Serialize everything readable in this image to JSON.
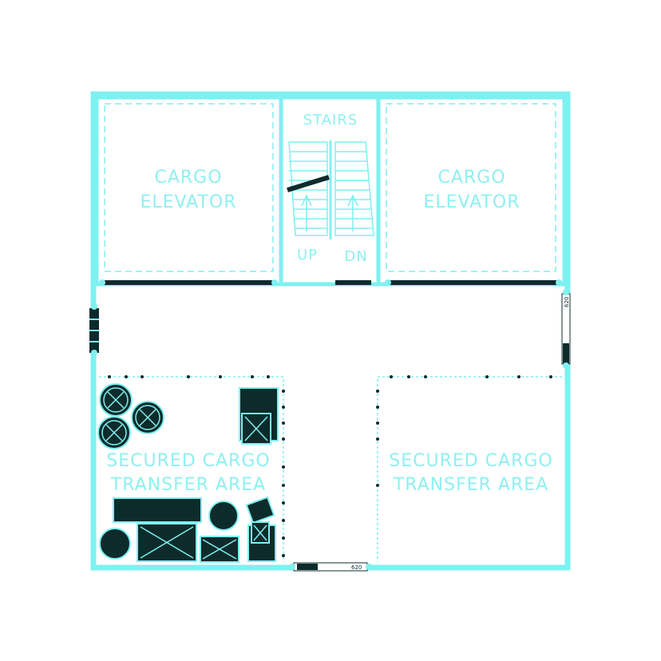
{
  "colors": {
    "wall": "#7ff0f0",
    "dark": "#0e2b2b",
    "label": "#8ff0f0",
    "background": "#ffffff"
  },
  "rooms": {
    "elevator_left": {
      "label_line1": "CARGO",
      "label_line2": "ELEVATOR"
    },
    "elevator_right": {
      "label_line1": "CARGO",
      "label_line2": "ELEVATOR"
    },
    "stairs": {
      "label": "STAIRS",
      "up_label": "UP",
      "down_label": "DN"
    },
    "transfer_left": {
      "label_line1": "SECURED CARGO",
      "label_line2": "TRANSFER AREA"
    },
    "transfer_right": {
      "label_line1": "SECURED CARGO",
      "label_line2": "TRANSFER AREA"
    }
  },
  "doors": {
    "east": {
      "tag": "620"
    },
    "south": {
      "tag": "620"
    }
  }
}
